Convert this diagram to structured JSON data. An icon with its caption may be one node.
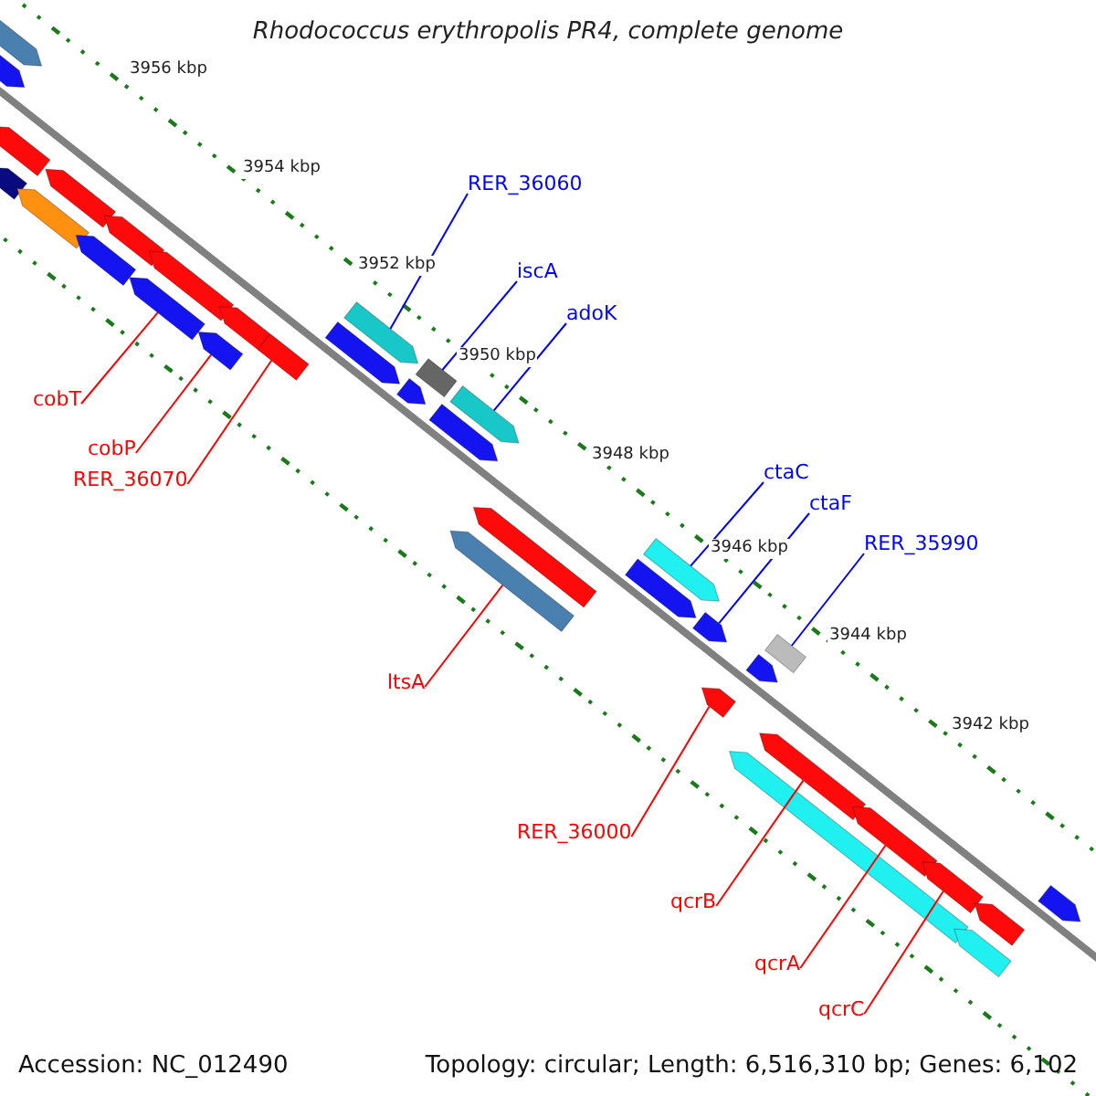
{
  "diagram": {
    "title": "Rhodococcus erythropolis PR4, complete genome",
    "nodes": [
      {
        "text": [
          "RER_36060"
        ]
      },
      {
        "text": [
          "iscA"
        ]
      },
      {
        "text": [
          "adoK"
        ]
      },
      {
        "text": [
          "ctaC"
        ]
      },
      {
        "text": [
          "ctaF"
        ]
      },
      {
        "text": [
          "RER_35990"
        ]
      },
      {
        "text": [
          "cobT"
        ]
      },
      {
        "text": [
          "cobP"
        ]
      },
      {
        "text": [
          "RER_36070"
        ]
      },
      {
        "text": [
          "ltsA"
        ]
      },
      {
        "text": [
          "RER_36000"
        ]
      },
      {
        "text": [
          "qcrB"
        ]
      },
      {
        "text": [
          "qcrA"
        ]
      },
      {
        "text": [
          "qcrC"
        ]
      },
      {
        "text": [],
        "shape": "bar"
      },
      {
        "text": [],
        "shape": "box"
      },
      {
        "text": [],
        "shape": "bar"
      },
      {
        "text": [],
        "shape": "bar"
      },
      {
        "text": [],
        "shape": "bar"
      },
      {
        "text": [],
        "shape": "box"
      },
      {
        "text": [],
        "shape": "bar"
      },
      {
        "text": [],
        "shape": "bar"
      },
      {
        "text": [],
        "shape": "bar"
      },
      {
        "text": [],
        "shape": "bar"
      },
      {
        "text": [],
        "shape": "bar"
      },
      {
        "text": [],
        "shape": "bar"
      },
      {
        "text": [],
        "shape": "bar"
      },
      {
        "text": [],
        "shape": "bar"
      },
      {
        "text": [],
        "shape": "bar"
      },
      {
        "text": [],
        "shape": "bar"
      },
      {
        "text": [],
        "shape": "bar"
      },
      {
        "text": [],
        "shape": "bar"
      },
      {
        "text": [],
        "shape": "bar"
      },
      {
        "text": [],
        "shape": "bar"
      },
      {
        "text": [],
        "shape": "bar"
      },
      {
        "text": [],
        "shape": "bar"
      },
      {
        "text": [],
        "shape": "bar"
      },
      {
        "text": [],
        "shape": "bar"
      },
      {
        "text": [],
        "shape": "bar"
      },
      {
        "text": [],
        "shape": "bar"
      },
      {
        "text": [],
        "shape": "bar"
      },
      {
        "text": [],
        "shape": "bar"
      },
      {
        "text": [],
        "shape": "bar"
      },
      {
        "text": [],
        "shape": "bar"
      },
      {
        "text": [],
        "shape": "bar"
      },
      {
        "text": [],
        "shape": "bar"
      },
      {
        "text": [],
        "shape": "bar"
      },
      {
        "text": [],
        "shape": "bar"
      }
    ],
    "edges": [
      {
        "from": 0,
        "to": 14,
        "arrow": "none",
        "color": "#0000ff"
      },
      {
        "from": 1,
        "to": 15,
        "arrow": "none",
        "color": "#0000ff"
      },
      {
        "from": 2,
        "to": 16,
        "arrow": "none",
        "color": "#0000ff"
      },
      {
        "from": 3,
        "to": 17,
        "arrow": "none",
        "color": "#0000ff"
      },
      {
        "from": 4,
        "to": 18,
        "arrow": "none",
        "color": "#0000ff"
      },
      {
        "from": 5,
        "to": 19,
        "arrow": "none",
        "color": "#0000ff"
      },
      {
        "from": 6,
        "to": 20,
        "arrow": "none",
        "color": "#ff0000"
      },
      {
        "from": 7,
        "to": 21,
        "arrow": "none",
        "color": "#ff0000"
      },
      {
        "from": 8,
        "to": 22,
        "arrow": "none",
        "color": "#ff0000"
      },
      {
        "from": 9,
        "to": 23,
        "arrow": "none",
        "color": "#ff0000"
      },
      {
        "from": 10,
        "to": 24,
        "arrow": "none",
        "color": "#ff0000"
      },
      {
        "from": 11,
        "to": 25,
        "arrow": "none",
        "color": "#ff0000"
      },
      {
        "from": 12,
        "to": 26,
        "arrow": "none",
        "color": "#ff0000"
      },
      {
        "from": 13,
        "to": 27,
        "arrow": "none",
        "color": "#ff0000"
      }
    ],
    "labels": [
      "3956 kbp",
      "3954 kbp",
      "3952 kbp",
      "3950 kbp",
      "3948 kbp",
      "3946 kbp",
      "3944 kbp",
      "3942 kbp",
      "Accession: NC_012490",
      "Topology: circular; Length: 6,516,310 bp; Genes: 6,102"
    ]
  }
}
